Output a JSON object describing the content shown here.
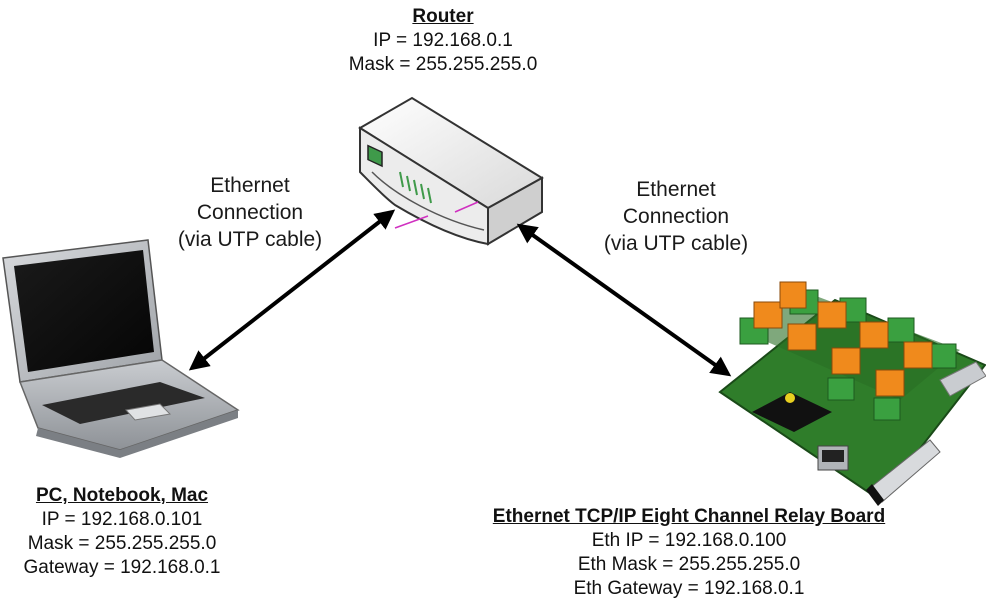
{
  "router": {
    "title": "Router",
    "ip": "IP = 192.168.0.1",
    "mask": "Mask = 255.255.255.0"
  },
  "pc": {
    "title": "PC, Notebook, Mac",
    "ip": "IP = 192.168.0.101",
    "mask": "Mask = 255.255.255.0",
    "gateway": "Gateway = 192.168.0.1"
  },
  "relay_board": {
    "title": "Ethernet TCP/IP Eight Channel Relay Board",
    "ip": "Eth IP = 192.168.0.100",
    "mask": "Eth Mask = 255.255.255.0",
    "gateway": "Eth Gateway = 192.168.0.1"
  },
  "connection_left": {
    "line1": "Ethernet",
    "line2": "Connection",
    "line3": "(via UTP cable)"
  },
  "connection_right": {
    "line1": "Ethernet",
    "line2": "Connection",
    "line3": "(via UTP cable)"
  },
  "colors": {
    "arrow": "#000000",
    "pcb_green": "#2f7d2a",
    "relay_orange": "#f08a1c",
    "terminal_green": "#3aa040",
    "router_led": "#3f9a4a",
    "cable_magenta": "#d030c0"
  }
}
